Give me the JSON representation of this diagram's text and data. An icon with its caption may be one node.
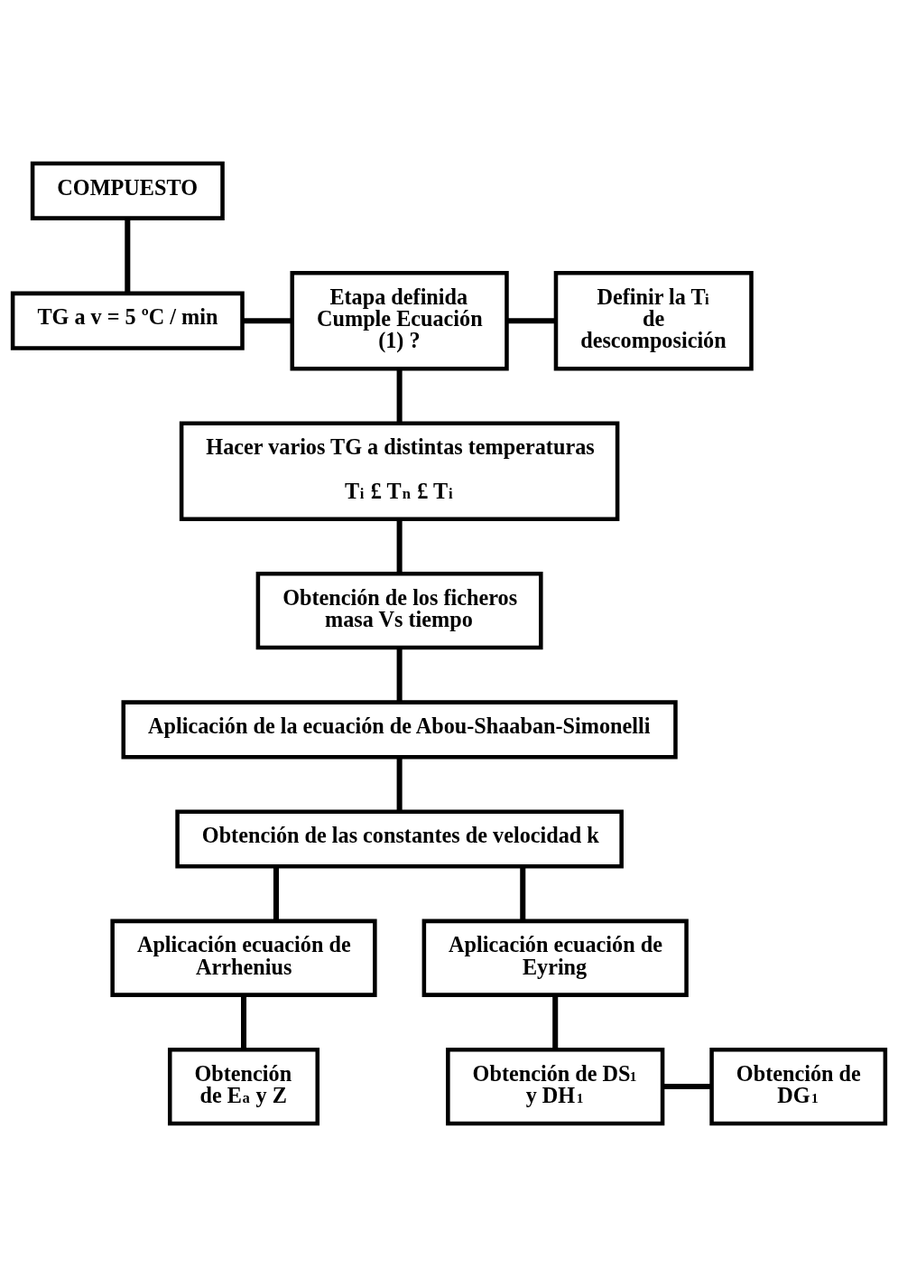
{
  "diagram": {
    "nodes": [
      {
        "text": [
          "COMPUESTO"
        ]
      },
      {
        "text": [
          "TG a v = 5 ºC / min"
        ]
      },
      {
        "text": [
          "Etapa definida Cumple Ecuación (1) ?"
        ]
      },
      {
        "text": [
          "Definir la T$_{i}$ de descomposición"
        ]
      },
      {
        "text": [
          "Hacer varios TG a distintas temperaturas",
          "T$_{i}$ £ T$_{n}$ £ T$_{i}$"
        ]
      },
      {
        "text": [
          "Obtención de los ficheros masa Vs tiempo"
        ]
      },
      {
        "text": [
          "Aplicación de la ecuación de Abou-Shaaban-Simonelli"
        ]
      },
      {
        "text": [
          "Obtención de las constantes de velocidad k"
        ]
      },
      {
        "text": [
          "Aplicación ecuación de Arrhenius"
        ]
      },
      {
        "text": [
          "Aplicación ecuación de Eyring"
        ]
      },
      {
        "text": [
          "Obtención de E$_{a}$ y Z"
        ]
      },
      {
        "text": [
          "Obtención de DS$^{1}$ y DH$^{1}$"
        ]
      },
      {
        "text": [
          "Obtención de DG$^{1}$"
        ]
      }
    ],
    "edges": [
      {
        "from": 0,
        "to": 1,
        "arrow": "none"
      },
      {
        "from": 1,
        "to": 2,
        "arrow": "none"
      },
      {
        "from": 2,
        "to": 3,
        "arrow": "none"
      },
      {
        "from": 2,
        "to": 4,
        "arrow": "none"
      },
      {
        "from": 4,
        "to": 5,
        "arrow": "none"
      },
      {
        "from": 5,
        "to": 6,
        "arrow": "none"
      },
      {
        "from": 6,
        "to": 7,
        "arrow": "none"
      },
      {
        "from": 7,
        "to": 8,
        "arrow": "none"
      },
      {
        "from": 7,
        "to": 9,
        "arrow": "none"
      },
      {
        "from": 8,
        "to": 10,
        "arrow": "none"
      },
      {
        "from": 9,
        "to": 11,
        "arrow": "none"
      },
      {
        "from": 11,
        "to": 12,
        "arrow": "none"
      }
    ]
  }
}
